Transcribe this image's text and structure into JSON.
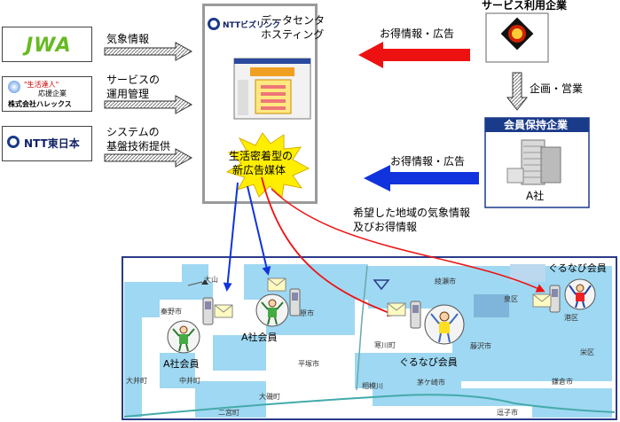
{
  "providers": {
    "jwa": {
      "logo": "JWA",
      "label": "気象情報"
    },
    "halex": {
      "logo_line1": "\"生活達人\"",
      "logo_line2": "応援企業",
      "logo_line3": "株式会社ハレックス",
      "label_line1": "サービスの",
      "label_line2": "運用管理"
    },
    "ntt_east": {
      "logo": "NTT東日本",
      "label_line1": "システムの",
      "label_line2": "基盤技術提供"
    }
  },
  "datacenter": {
    "logo": "NTTビズリンク",
    "title_line1": "データセンタ",
    "title_line2": "ホスティング",
    "burst_line1": "生活密着型の",
    "burst_line2": "新広告媒体"
  },
  "service_company": {
    "title": "サービス利用企業",
    "arrow_label": "お得情報・広告",
    "down_label": "企画・営業"
  },
  "member_company": {
    "title": "会員保持企業",
    "name": "A社",
    "arrow_label": "お得情報・広告"
  },
  "delivery_label": {
    "line1": "希望した地域の気象情報",
    "line2": "及びお得情報"
  },
  "members": {
    "a1": "A社会員",
    "a2": "A社会員",
    "g1": "ぐるなび会員",
    "g2": "ぐるなび会員"
  },
  "map_labels": [
    "大山",
    "秦野市",
    "原市",
    "平塚市",
    "中井町",
    "大井町",
    "二宮町",
    "大磯町",
    "寒川町",
    "茅ケ崎市",
    "藤沢市",
    "綾瀬市",
    "泉区",
    "栄区",
    "港区",
    "鎌倉市",
    "相模川",
    "逗子市"
  ],
  "colors": {
    "red": "#ee1111",
    "blue": "#1133dd",
    "map_water": "#9fd8f2",
    "frame": "#9a9a9a",
    "burst": "#ffee00"
  }
}
